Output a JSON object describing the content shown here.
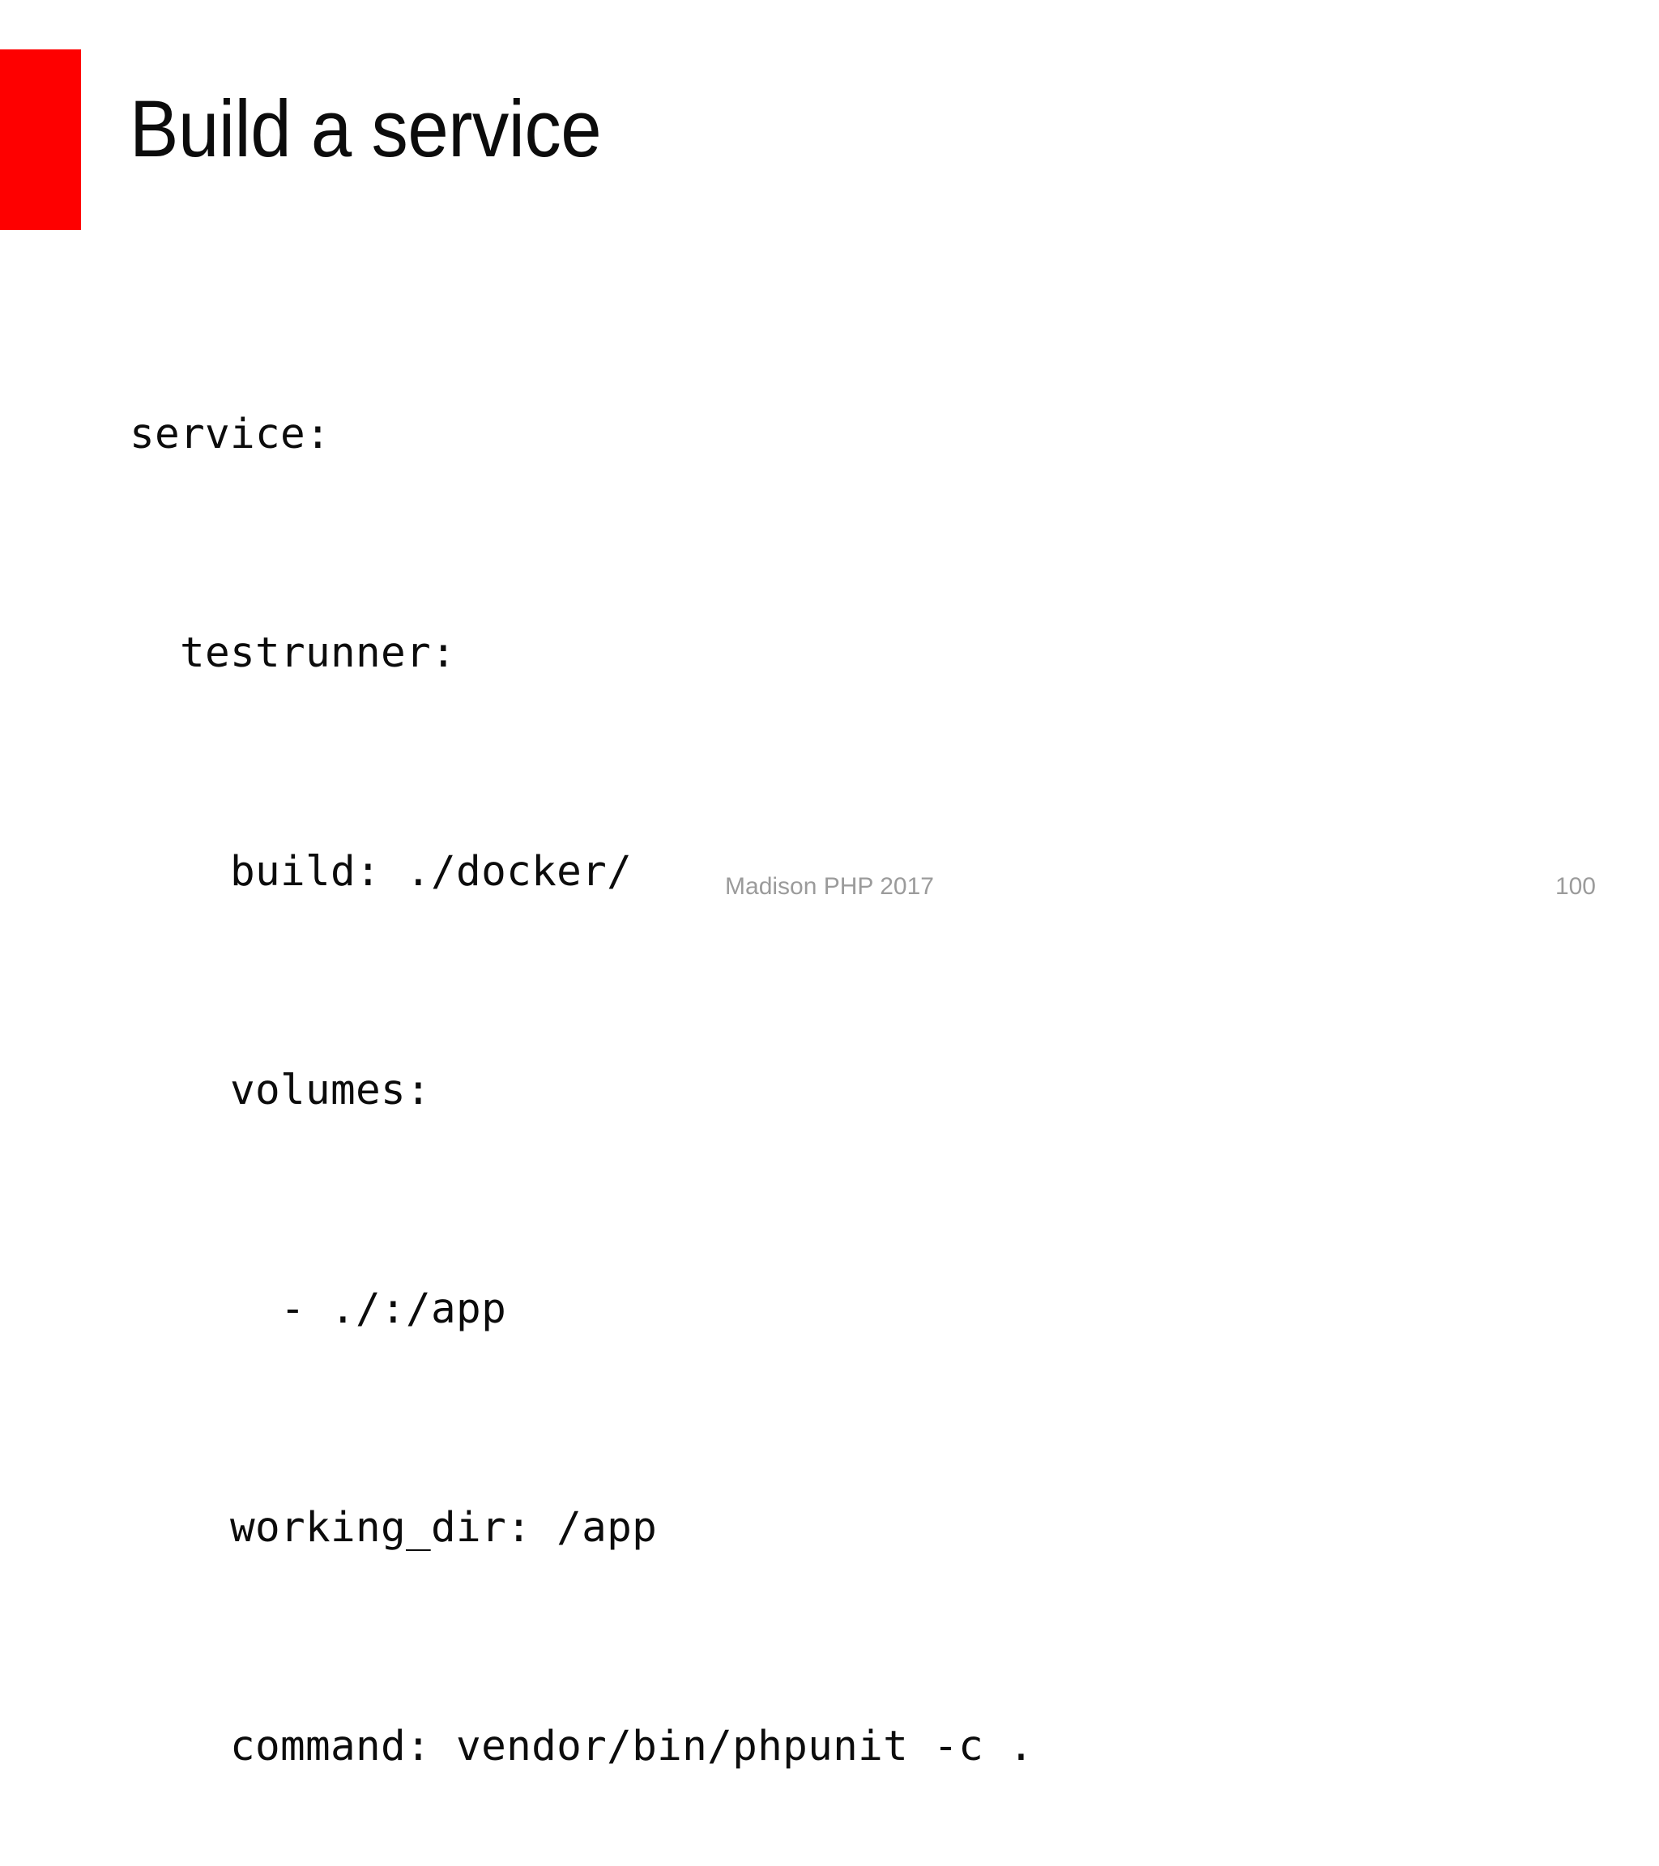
{
  "slide": {
    "title": "Build a service",
    "accent_color": "#fe0000",
    "background_color": "#ffffff",
    "text_color": "#0c0c0c",
    "footer_color": "#9b9b9b"
  },
  "code": {
    "language": "yaml",
    "lines": [
      "service:",
      "  testrunner:",
      "    build: ./docker/",
      "    volumes:",
      "      - ./:/app",
      "    working_dir: /app",
      "    command: vendor/bin/phpunit -c ."
    ]
  },
  "footer": {
    "conference": "Madison PHP 2017",
    "page_number": "100"
  }
}
